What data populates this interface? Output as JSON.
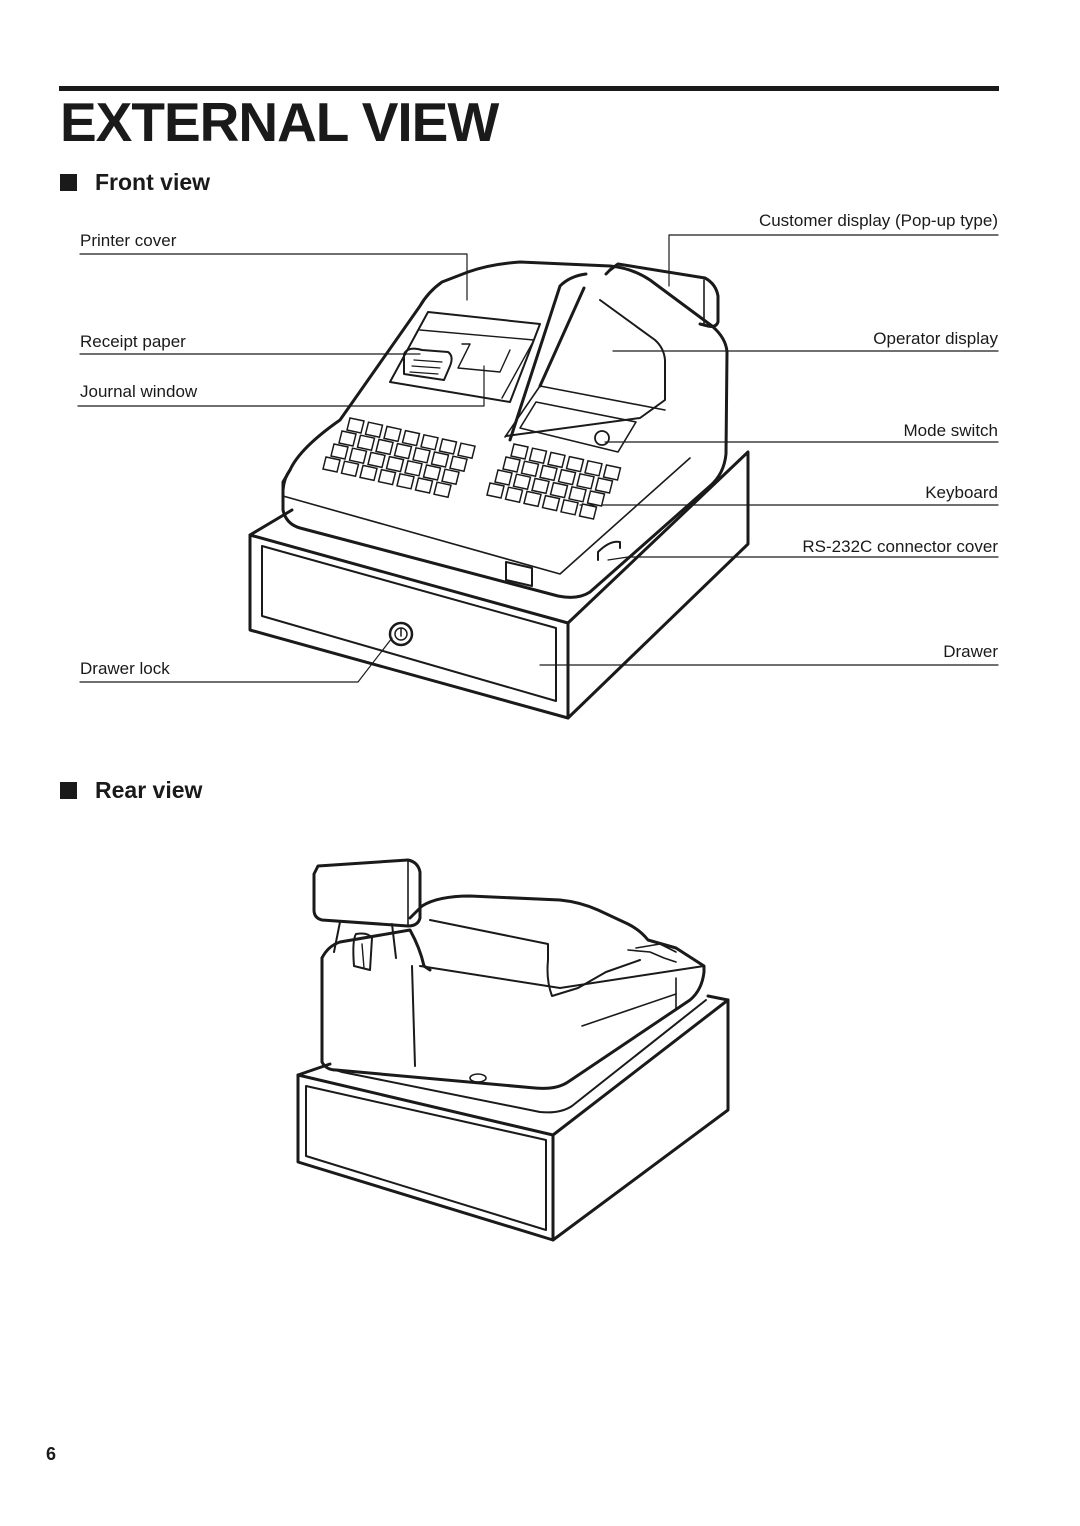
{
  "page": {
    "title": "EXTERNAL VIEW",
    "page_number": "6"
  },
  "front_view": {
    "heading": "Front view",
    "labels": {
      "printer_cover": "Printer cover",
      "receipt_paper": "Receipt paper",
      "journal_window": "Journal window",
      "drawer_lock": "Drawer lock",
      "customer_display": "Customer display (Pop-up type)",
      "operator_display": "Operator display",
      "mode_switch": "Mode switch",
      "keyboard": "Keyboard",
      "rs232c_cover": "RS-232C connector cover",
      "drawer": "Drawer"
    }
  },
  "rear_view": {
    "heading": "Rear view"
  }
}
